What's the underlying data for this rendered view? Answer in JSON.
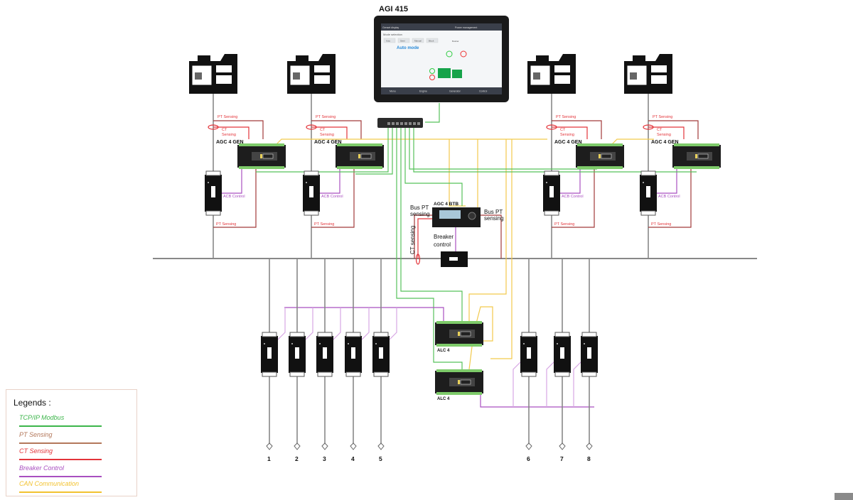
{
  "title": "AGI 415",
  "hmi": {
    "header_left": "Genset display",
    "header_right": "Power management",
    "mode_section": "Mode selection",
    "mode_buttons": [
      "Auto",
      "Semi",
      "Manual",
      "Block"
    ],
    "mode_text": "Auto mode",
    "busbar_label": "Busbar",
    "footer": [
      "Menu",
      "Engine",
      "Generator",
      "Control"
    ]
  },
  "colors": {
    "tcp": "#56c25a",
    "pt": "#a23a3a",
    "ct": "#e3343a",
    "breaker": "#a94fc0",
    "can": "#f2c94c",
    "bus": "#888888"
  },
  "generators": [
    {
      "controller": "AGC 4 GEN",
      "pt_top": "PT Sensing",
      "ct": "CT Sensing",
      "acb": "ACB Control",
      "pt_bottom": "PT Sensing"
    },
    {
      "controller": "AGC 4 GEN",
      "pt_top": "PT Sensing",
      "ct": "CT Sensing",
      "acb": "ACB Control",
      "pt_bottom": "PT Sensing"
    },
    {
      "controller": "AGC 4 GEN",
      "pt_top": "PT Sensing",
      "ct": "CT Sensing",
      "acb": "ACB Control",
      "pt_bottom": "PT Sensing"
    },
    {
      "controller": "AGC 4 GEN",
      "pt_top": "PT Sensing",
      "ct": "CT Sensing",
      "acb": "ACB Control",
      "pt_bottom": "PT Sensing"
    }
  ],
  "btb": {
    "name": "AGC 4 BTB",
    "bus_pt_left": "Bus PT sensing",
    "bus_pt_right": "Bus PT sensing",
    "ct": "CT sensing",
    "breaker_control": "Breaker control"
  },
  "alc": [
    "ALC 4",
    "ALC 4"
  ],
  "feeders": [
    "1",
    "2",
    "3",
    "4",
    "5",
    "6",
    "7",
    "8"
  ],
  "legend": {
    "title": "Legends :",
    "items": [
      {
        "label": "TCP/IP Modbus",
        "color": "#3cb54a"
      },
      {
        "label": "PT Sensing",
        "color": "#b3775a"
      },
      {
        "label": "CT Sensing",
        "color": "#e3343a"
      },
      {
        "label": "Breaker Control",
        "color": "#a94fc0"
      },
      {
        "label": "CAN Communication",
        "color": "#f2c230"
      }
    ]
  }
}
